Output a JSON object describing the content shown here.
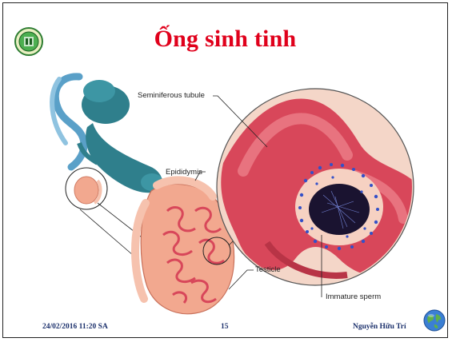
{
  "slide": {
    "title": "Ống sinh tinh",
    "logo_icon": "university-seal-icon",
    "labels": {
      "seminiferous_tubule": "Seminiferous tubule",
      "epididymis": "Epididymis",
      "testicle": "Testicle",
      "immature_sperm": "Immature sperm"
    },
    "footer": {
      "date": "24/02/2016 11:20 SA",
      "page": "15",
      "author": "Nguyễn Hữu Trí",
      "globe_icon": "globe-icon"
    }
  },
  "colors": {
    "title": "#e0001b",
    "footer": "#1a2f6b",
    "tubule": "#d8475a",
    "organ_teal": "#2f7f8c",
    "testis": "#f2a88f",
    "sperm": "#3450c8"
  }
}
